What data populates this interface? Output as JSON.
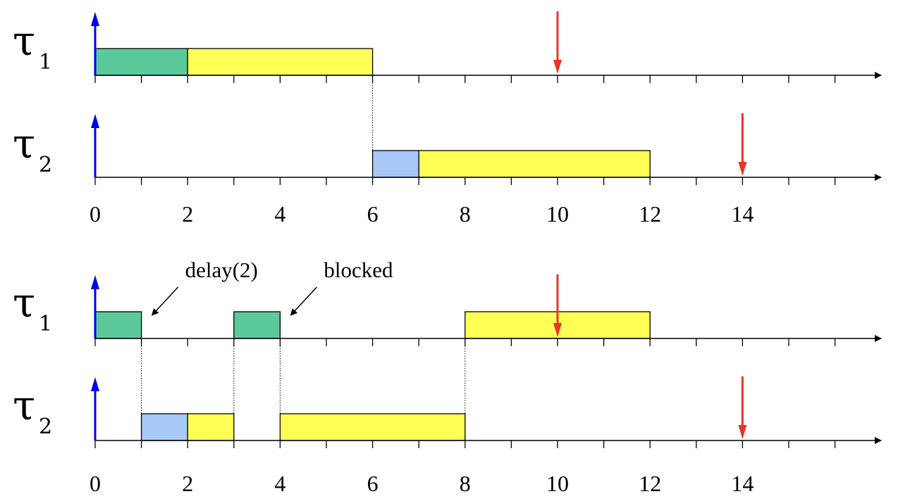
{
  "colors": {
    "green": "#5cc99a",
    "yellow": "#ffff55",
    "blue": "#a8c8f8",
    "release_arrow": "#0000ee",
    "deadline_arrow": "#ee3322",
    "axis": "#000000"
  },
  "diagrams": [
    {
      "tick_labels": [
        "0",
        "2",
        "4",
        "6",
        "8",
        "10",
        "12",
        "14"
      ],
      "tasks": [
        {
          "symbol": "τ",
          "subscript": "1",
          "release": 0,
          "deadline": 10,
          "segments": [
            {
              "start": 0,
              "end": 2,
              "color": "green"
            },
            {
              "start": 2,
              "end": 6,
              "color": "yellow"
            }
          ]
        },
        {
          "symbol": "τ",
          "subscript": "2",
          "release": 0,
          "deadline": 14,
          "segments": [
            {
              "start": 6,
              "end": 7,
              "color": "blue"
            },
            {
              "start": 7,
              "end": 12,
              "color": "yellow"
            }
          ]
        }
      ],
      "dotted_lines": [
        6
      ],
      "annotations": []
    },
    {
      "tick_labels": [
        "0",
        "2",
        "4",
        "6",
        "8",
        "10",
        "12",
        "14"
      ],
      "tasks": [
        {
          "symbol": "τ",
          "subscript": "1",
          "release": 0,
          "deadline": 10,
          "segments": [
            {
              "start": 0,
              "end": 1,
              "color": "green"
            },
            {
              "start": 3,
              "end": 4,
              "color": "green"
            },
            {
              "start": 8,
              "end": 12,
              "color": "yellow"
            }
          ]
        },
        {
          "symbol": "τ",
          "subscript": "2",
          "release": 0,
          "deadline": 14,
          "segments": [
            {
              "start": 1,
              "end": 2,
              "color": "blue"
            },
            {
              "start": 2,
              "end": 3,
              "color": "yellow"
            },
            {
              "start": 4,
              "end": 8,
              "color": "yellow"
            }
          ]
        }
      ],
      "dotted_lines": [
        1,
        3,
        4,
        8
      ],
      "annotations": [
        {
          "text": "delay(2)",
          "points_to": 1
        },
        {
          "text": "blocked",
          "points_to": 4
        }
      ]
    }
  ]
}
